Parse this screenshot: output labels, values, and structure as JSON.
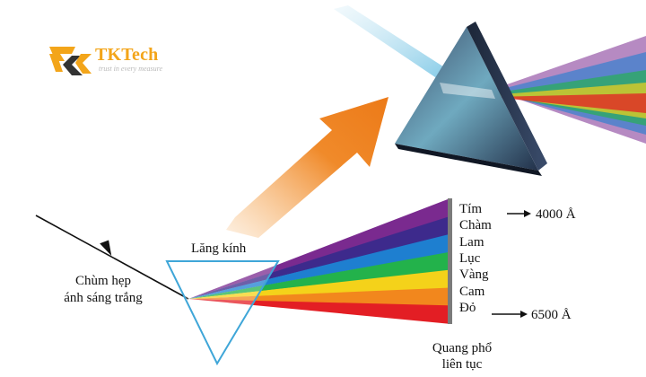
{
  "logo": {
    "brand": "TKTech",
    "tagline": "trust in every measure",
    "color": "#f3a51a"
  },
  "prism": {
    "label": "Lăng kính"
  },
  "incident_beam": {
    "label_line1": "Chùm hẹp",
    "label_line2": "ánh sáng trắng"
  },
  "spectrum": {
    "colors": [
      {
        "name": "Tím",
        "hex": "#7a2a8f"
      },
      {
        "name": "Chàm",
        "hex": "#3d2a8c"
      },
      {
        "name": "Lam",
        "hex": "#1e7fd0"
      },
      {
        "name": "Lục",
        "hex": "#23b24b"
      },
      {
        "name": "Vàng",
        "hex": "#f4d21a"
      },
      {
        "name": "Cam",
        "hex": "#f2871d"
      },
      {
        "name": "Đỏ",
        "hex": "#e31e24"
      }
    ],
    "label_line1": "Quang phổ",
    "label_line2": "liên tục",
    "top_wavelength": "4000 Å",
    "bottom_wavelength": "6500 Å"
  },
  "icons": [
    "tktech-logo-icon",
    "orange-arrow-icon",
    "prism-photo-icon"
  ]
}
